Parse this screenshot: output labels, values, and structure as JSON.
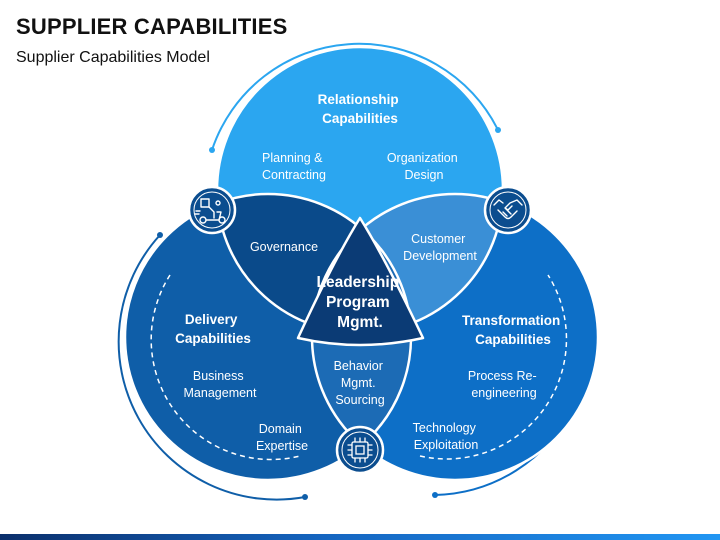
{
  "title": "SUPPLIER CAPABILITIES",
  "subtitle": "Supplier Capabilities Model",
  "colors": {
    "top": "#2ba6f0",
    "left": "#0f5ea8",
    "right": "#0d6fc7",
    "overlap_left": "#0a4a8a",
    "overlap_right": "#3a8fd6",
    "overlap_bottom": "#1c6bb5",
    "center": "#0b3b75",
    "icon_badge": "#0b4d8f"
  },
  "diagram": {
    "relationship": {
      "title_line1": "Relationship",
      "title_line2": "Capabilities"
    },
    "delivery": {
      "title_line1": "Delivery",
      "title_line2": "Capabilities"
    },
    "transformation": {
      "title_line1": "Transformation",
      "title_line2": "Capabilities"
    },
    "planning": {
      "line1": "Planning &",
      "line2": "Contracting"
    },
    "organization": {
      "line1": "Organization",
      "line2": "Design"
    },
    "governance": "Governance",
    "customer": {
      "line1": "Customer",
      "line2": "Development"
    },
    "business": {
      "line1": "Business",
      "line2": "Management"
    },
    "domain": {
      "line1": "Domain",
      "line2": "Expertise"
    },
    "behavior": {
      "line1": "Behavior",
      "line2": "Mgmt.",
      "line3": "Sourcing"
    },
    "process": {
      "line1": "Process Re-",
      "line2": "engineering"
    },
    "technology": {
      "line1": "Technology",
      "line2": "Exploitation"
    },
    "center": {
      "line1": "Leadership",
      "line2": "Program",
      "line3": "Mgmt."
    }
  },
  "icons": {
    "top_left": "delivery-scooter-icon",
    "top_right": "handshake-icon",
    "bottom": "microchip-icon"
  }
}
